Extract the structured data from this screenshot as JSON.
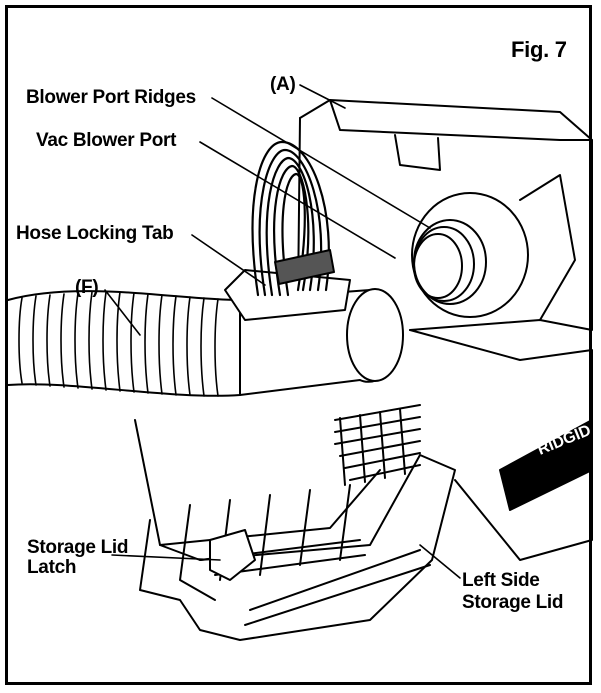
{
  "figure": {
    "title": "Fig. 7"
  },
  "callouts": {
    "a": "(A)",
    "blower_port_ridges": "Blower Port Ridges",
    "vac_blower_port": "Vac Blower Port",
    "hose_locking_tab": "Hose Locking Tab",
    "f": "(F)",
    "storage_lid_latch_line1": "Storage Lid",
    "storage_lid_latch_line2": "Latch",
    "left_side_storage_lid_line1": "Left Side",
    "left_side_storage_lid_line2": "Storage Lid"
  },
  "brand_mark": {
    "text": "RIDGID"
  },
  "colors": {
    "ink": "#000000",
    "paper": "#ffffff"
  }
}
